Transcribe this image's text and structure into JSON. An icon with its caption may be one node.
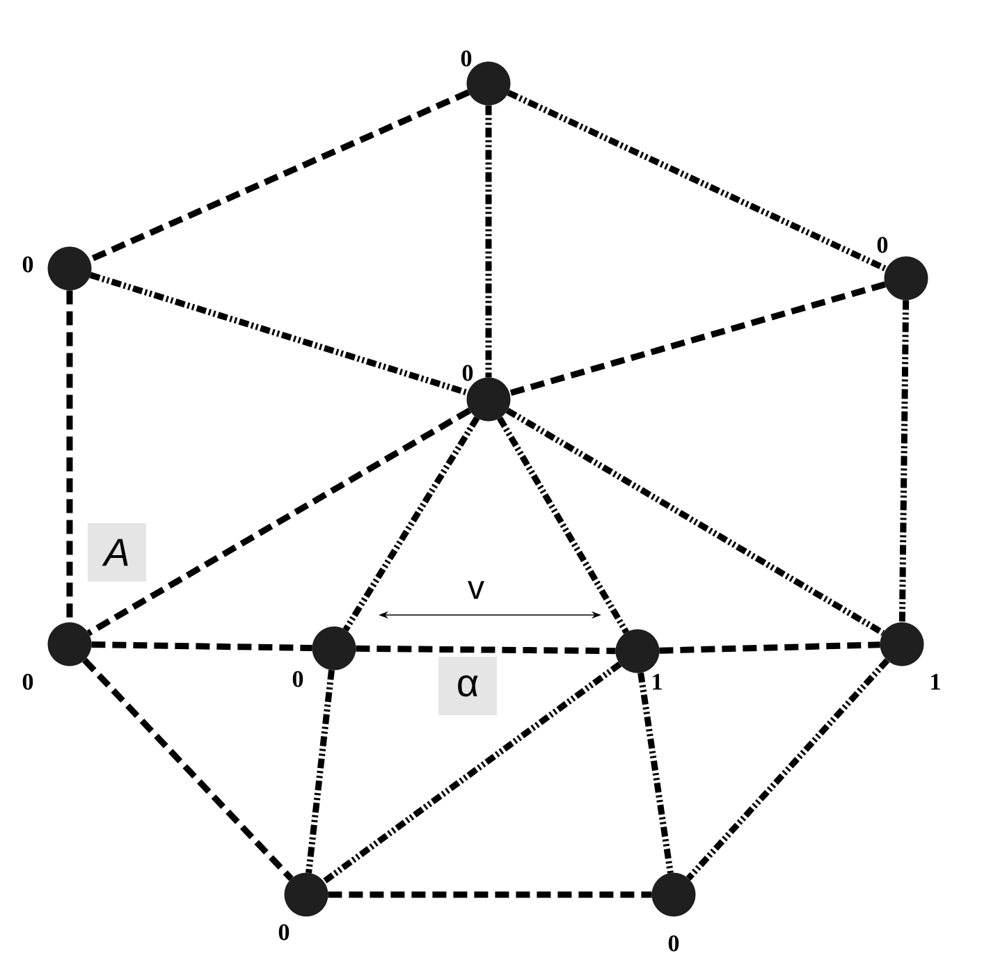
{
  "diagram": {
    "nodes": [
      {
        "text": [],
        "shape": "circle",
        "beside": [
          "0"
        ]
      },
      {
        "text": [],
        "shape": "circle",
        "beside": [
          "0"
        ]
      },
      {
        "text": [],
        "shape": "circle",
        "beside": [
          "0"
        ]
      },
      {
        "text": [],
        "shape": "circle",
        "beside": [
          "0"
        ]
      },
      {
        "text": [],
        "shape": "circle",
        "beside": [
          "0"
        ]
      },
      {
        "text": [],
        "shape": "circle",
        "beside": [
          "0"
        ]
      },
      {
        "text": [],
        "shape": "circle",
        "beside": [
          "1"
        ]
      },
      {
        "text": [],
        "shape": "circle",
        "beside": [
          "1"
        ]
      },
      {
        "text": [],
        "shape": "circle",
        "beside": [
          "0"
        ]
      },
      {
        "text": [],
        "shape": "circle",
        "beside": [
          "0"
        ]
      }
    ],
    "edges": [
      {
        "from": 0,
        "to": 1,
        "arrow": "none",
        "style": "dashed"
      },
      {
        "from": 0,
        "to": 3,
        "arrow": "none",
        "style": "dashed"
      },
      {
        "from": 0,
        "to": 2,
        "arrow": "none",
        "style": "dashed"
      },
      {
        "from": 1,
        "to": 3,
        "arrow": "none",
        "style": "dashed"
      },
      {
        "from": 2,
        "to": 3,
        "arrow": "none",
        "style": "dashed"
      },
      {
        "from": 1,
        "to": 4,
        "arrow": "none",
        "style": "dashed"
      },
      {
        "from": 2,
        "to": 7,
        "arrow": "none",
        "style": "dashed"
      },
      {
        "from": 3,
        "to": 4,
        "arrow": "none",
        "style": "dashed"
      },
      {
        "from": 3,
        "to": 5,
        "arrow": "none",
        "style": "dashed"
      },
      {
        "from": 3,
        "to": 6,
        "arrow": "none",
        "style": "dashed"
      },
      {
        "from": 3,
        "to": 7,
        "arrow": "none",
        "style": "dashed"
      },
      {
        "from": 4,
        "to": 5,
        "arrow": "none",
        "style": "dashed"
      },
      {
        "from": 5,
        "to": 6,
        "arrow": "none",
        "style": "dashed"
      },
      {
        "from": 6,
        "to": 7,
        "arrow": "none",
        "style": "dashed"
      },
      {
        "from": 4,
        "to": 8,
        "arrow": "none",
        "style": "dashed"
      },
      {
        "from": 5,
        "to": 8,
        "arrow": "none",
        "style": "dashed"
      },
      {
        "from": 6,
        "to": 8,
        "arrow": "none",
        "style": "dashed"
      },
      {
        "from": 6,
        "to": 9,
        "arrow": "none",
        "style": "dashed"
      },
      {
        "from": 7,
        "to": 9,
        "arrow": "none",
        "style": "dashed"
      },
      {
        "from": 8,
        "to": 9,
        "arrow": "none",
        "style": "dashed"
      }
    ],
    "labels": [
      "A",
      "v",
      "α"
    ]
  }
}
